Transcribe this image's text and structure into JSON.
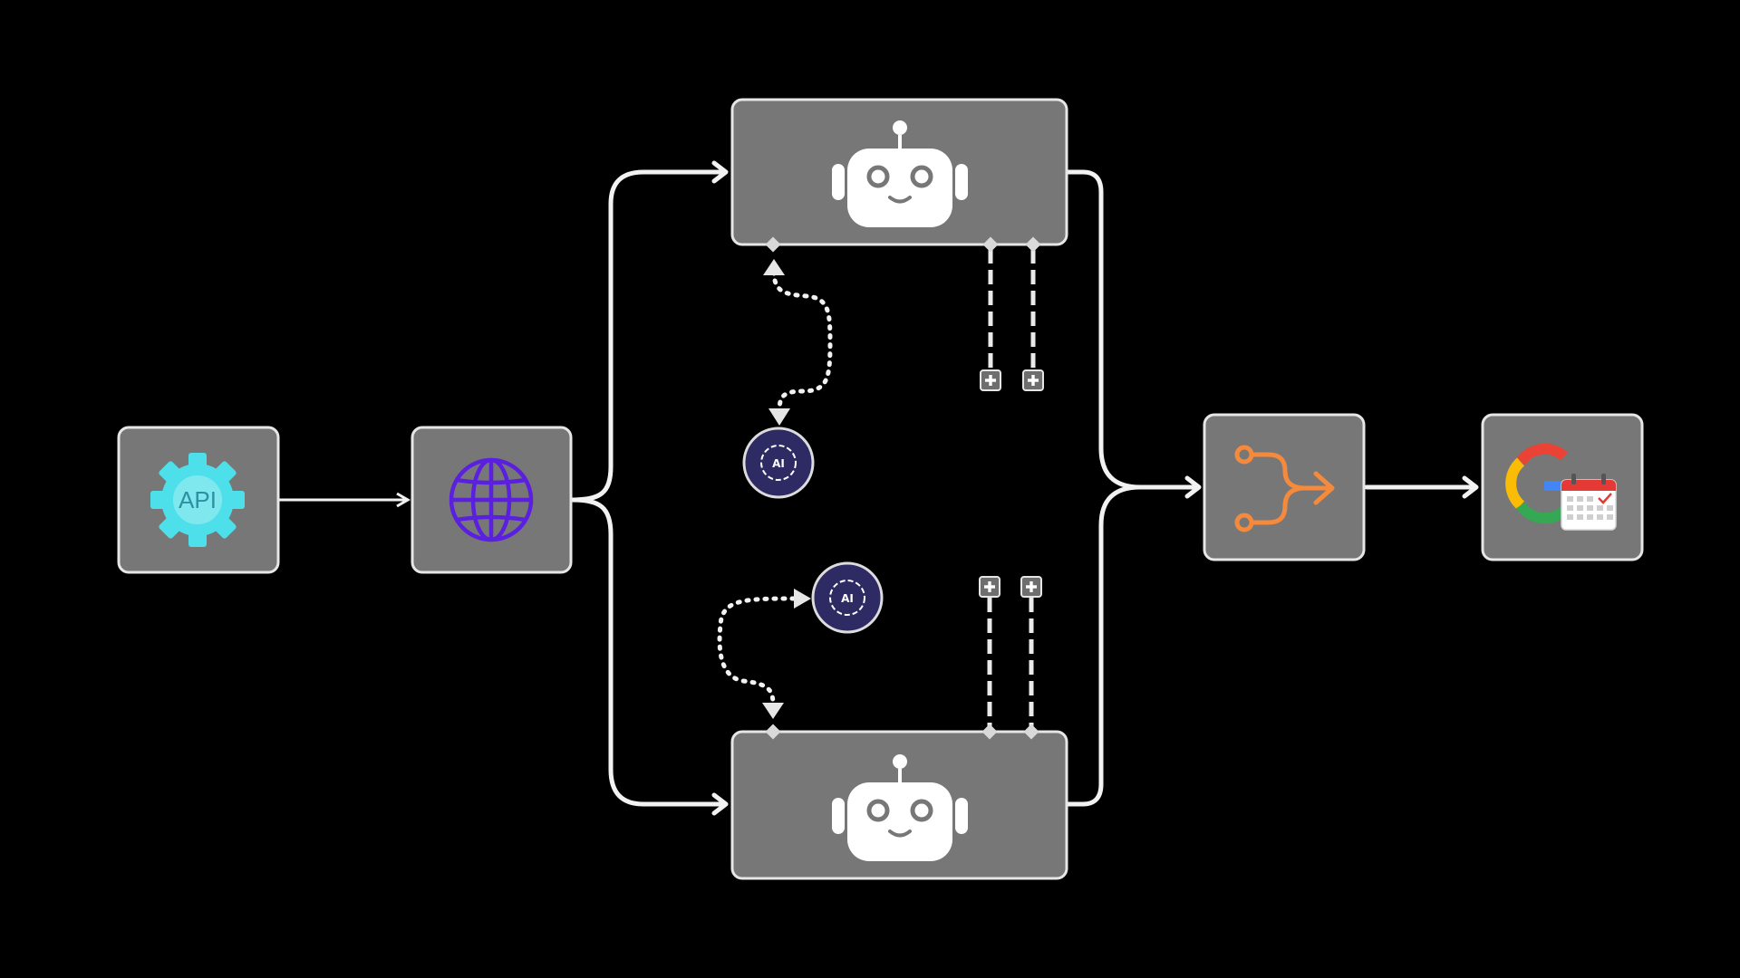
{
  "nodes": {
    "api": {
      "icon": "api-gear-icon",
      "label": "API",
      "color": "#4ee0ea"
    },
    "http": {
      "icon": "globe-icon",
      "color": "#5b1fe0"
    },
    "agent_top": {
      "icon": "robot-icon"
    },
    "agent_bottom": {
      "icon": "robot-icon"
    },
    "merge": {
      "icon": "merge-icon",
      "color": "#f58a3c"
    },
    "google_calendar": {
      "icon": "google-calendar-icon"
    }
  },
  "ai_models": [
    {
      "icon": "ai-model-icon",
      "label": "AI"
    },
    {
      "icon": "ai-model-icon",
      "label": "AI"
    }
  ],
  "colors": {
    "background": "#000000",
    "node_fill": "#777777",
    "node_stroke": "#e6e6e6",
    "connector": "#f2f2f2",
    "ai_badge": "#2e2a63"
  }
}
